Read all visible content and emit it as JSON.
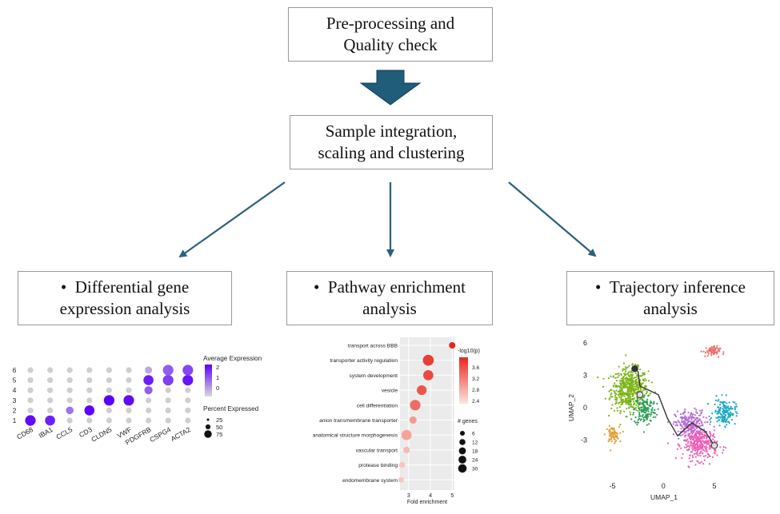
{
  "boxes": {
    "top": {
      "line1": "Pre-processing and",
      "line2": "Quality check"
    },
    "middle": {
      "line1": "Sample integration,",
      "line2": "scaling and clustering"
    },
    "left": {
      "bullet": "•",
      "line1": "Differential gene",
      "line2": "expression analysis"
    },
    "center": {
      "bullet": "•",
      "line1": "Pathway enrichment",
      "line2": "analysis"
    },
    "right": {
      "bullet": "•",
      "line1": "Trajectory inference",
      "line2": "analysis"
    }
  },
  "colors": {
    "big_arrow": "#1f5d7a",
    "arrows": "#2a607d",
    "box_border": "#9a9a9a"
  },
  "chart_data": [
    {
      "type": "scatter",
      "title": "",
      "xlabel": "",
      "ylabel": "",
      "categories": [
        "CD68",
        "IBA1",
        "CCL5",
        "CD3",
        "CLDN5",
        "VWF",
        "PDGFRB",
        "CSPG4",
        "ACTA2"
      ],
      "y_categories": [
        "1",
        "2",
        "3",
        "4",
        "5",
        "6"
      ],
      "legend_avg_title": "Average Expression",
      "legend_avg_ticks": [
        "2",
        "1",
        "0"
      ],
      "legend_pct_title": "Percent Expressed",
      "legend_pct_ticks": [
        "25",
        "50",
        "75"
      ],
      "color_scale": [
        "#d9d9d9",
        "#5b00ff"
      ],
      "points": [
        {
          "gene": "CD68",
          "cluster": "1",
          "avg": 2.0,
          "pct": 75
        },
        {
          "gene": "IBA1",
          "cluster": "1",
          "avg": 1.8,
          "pct": 70
        },
        {
          "gene": "CCL5",
          "cluster": "2",
          "avg": 1.0,
          "pct": 45
        },
        {
          "gene": "CD3",
          "cluster": "2",
          "avg": 2.1,
          "pct": 70
        },
        {
          "gene": "CLDN5",
          "cluster": "3",
          "avg": 2.1,
          "pct": 75
        },
        {
          "gene": "VWF",
          "cluster": "3",
          "avg": 2.0,
          "pct": 75
        },
        {
          "gene": "PDGFRB",
          "cluster": "5",
          "avg": 1.8,
          "pct": 70
        },
        {
          "gene": "CSPG4",
          "cluster": "5",
          "avg": 1.5,
          "pct": 75
        },
        {
          "gene": "ACTA2",
          "cluster": "5",
          "avg": 1.9,
          "pct": 75
        },
        {
          "gene": "CSPG4",
          "cluster": "6",
          "avg": 1.2,
          "pct": 75
        },
        {
          "gene": "ACTA2",
          "cluster": "6",
          "avg": 1.4,
          "pct": 75
        },
        {
          "gene": "PDGFRB",
          "cluster": "4",
          "avg": 1.2,
          "pct": 50
        },
        {
          "gene": "PDGFRB",
          "cluster": "6",
          "avg": 0.5,
          "pct": 40
        }
      ]
    },
    {
      "type": "scatter",
      "title": "",
      "xlabel": "Fold enrichment",
      "ylabel": "",
      "x_ticks": [
        "3",
        "4",
        "5"
      ],
      "xlim": [
        2.6,
        5.1
      ],
      "terms": [
        "transport across BBB",
        "transporter activity regulation",
        "system development",
        "vesicle",
        "cell differentiation",
        "anion transmembrane transporter",
        "anatomical structure morphogenesis",
        "vascular transport",
        "protease binding",
        "endomembrane system"
      ],
      "points": [
        {
          "term": "transport across BBB",
          "fold": 5.0,
          "logp": 3.8,
          "genes": 6
        },
        {
          "term": "transporter activity regulation",
          "fold": 3.9,
          "logp": 3.6,
          "genes": 24
        },
        {
          "term": "system development",
          "fold": 3.9,
          "logp": 3.5,
          "genes": 20
        },
        {
          "term": "vesicle",
          "fold": 3.6,
          "logp": 3.4,
          "genes": 18
        },
        {
          "term": "cell differentiation",
          "fold": 3.3,
          "logp": 3.2,
          "genes": 22
        },
        {
          "term": "anion transmembrane transporter",
          "fold": 3.2,
          "logp": 2.8,
          "genes": 8
        },
        {
          "term": "anatomical structure morphogenesis",
          "fold": 2.9,
          "logp": 2.7,
          "genes": 20
        },
        {
          "term": "vascular transport",
          "fold": 2.9,
          "logp": 2.5,
          "genes": 6
        },
        {
          "term": "protease binding",
          "fold": 2.7,
          "logp": 2.4,
          "genes": 5
        },
        {
          "term": "endomembrane system",
          "fold": 2.65,
          "logp": 2.4,
          "genes": 4
        }
      ],
      "legend_color_title": "-log10(p)",
      "legend_color_ticks": [
        "3.6",
        "3.2",
        "2.8",
        "2.4"
      ],
      "legend_size_title": "# genes",
      "legend_size_ticks": [
        "6",
        "12",
        "18",
        "24",
        "30"
      ]
    },
    {
      "type": "scatter",
      "title": "",
      "xlabel": "UMAP_1",
      "ylabel": "UMAP_2",
      "x_ticks": [
        "-5",
        "0",
        "5"
      ],
      "y_ticks": [
        "6",
        "3",
        "0",
        "-3"
      ],
      "xlim": [
        -7,
        9
      ],
      "ylim": [
        -6.5,
        6.5
      ],
      "clusters": [
        {
          "color": "#7cb518",
          "cx": -3.3,
          "cy": 1.7,
          "sx": 1.5,
          "sy": 1.6,
          "n": 520
        },
        {
          "color": "#e1a03a",
          "cx": -5.0,
          "cy": -2.5,
          "sx": 0.55,
          "sy": 0.6,
          "n": 70
        },
        {
          "color": "#2f9e5c",
          "cx": -1.8,
          "cy": -0.2,
          "sx": 0.9,
          "sy": 1.2,
          "n": 160
        },
        {
          "color": "#b56ed6",
          "cx": 2.6,
          "cy": -1.6,
          "sx": 1.2,
          "sy": 1.1,
          "n": 260
        },
        {
          "color": "#ef5fb6",
          "cx": 3.6,
          "cy": -3.4,
          "sx": 1.4,
          "sy": 1.2,
          "n": 320
        },
        {
          "color": "#1aa9c4",
          "cx": 6.0,
          "cy": -0.4,
          "sx": 0.9,
          "sy": 1.0,
          "n": 150
        },
        {
          "color": "#f07068",
          "cx": 4.7,
          "cy": 5.2,
          "sx": 0.7,
          "sy": 0.4,
          "n": 60
        }
      ],
      "trajectory": [
        [
          -2.5,
          3.4
        ],
        [
          -2.3,
          2.0
        ],
        [
          -0.5,
          1.2
        ],
        [
          0.4,
          -1.0
        ],
        [
          1.4,
          -2.6
        ],
        [
          2.8,
          -1.4
        ],
        [
          4.1,
          -2.2
        ],
        [
          5.0,
          -3.5
        ]
      ],
      "trajectory_nodes": [
        [
          -2.8,
          3.6
        ],
        [
          -2.3,
          1.2
        ],
        [
          5.0,
          -3.5
        ]
      ]
    }
  ]
}
